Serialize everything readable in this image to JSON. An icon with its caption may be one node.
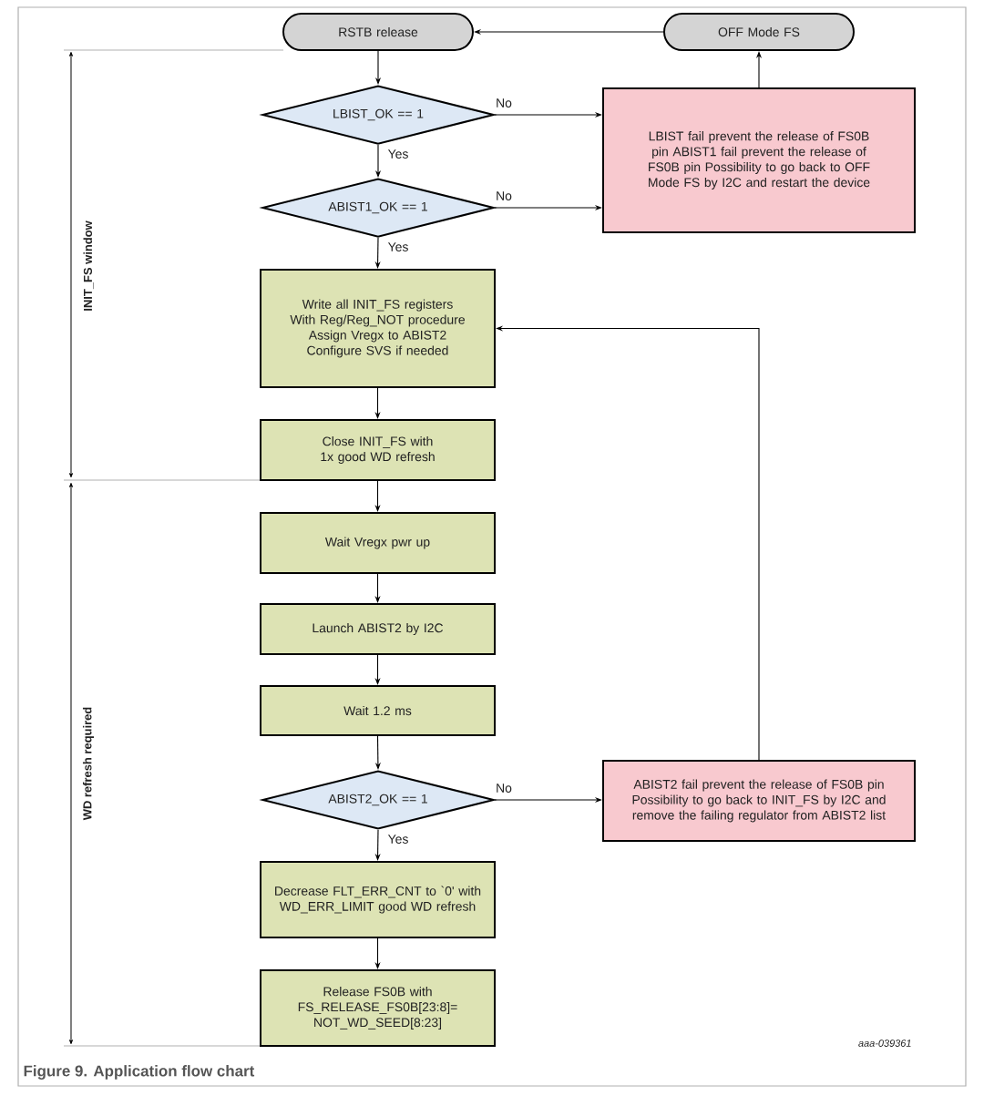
{
  "diagram": {
    "caption": "Figure 9.  Application flow chart",
    "nodes": [
      {
        "text": [
          "RSTB release"
        ]
      },
      {
        "text": [
          "OFF Mode FS"
        ]
      },
      {
        "text": [
          "LBIST_OK == 1"
        ]
      },
      {
        "text": [
          "ABIST1_OK == 1"
        ]
      },
      {
        "text": [
          "LBIST fail prevent the release of FS0B pin ABIST1 fail prevent the release of FS0B pin Possibility to go back to OFF Mode FS by I2C and restart the device"
        ]
      },
      {
        "text": [
          "Write all INIT_FS registers With Reg/Reg_NOT procedure Assign Vregx to ABIST2 Configure SVS if needed"
        ]
      },
      {
        "text": [
          "Close INIT_FS with 1x good WD refresh"
        ]
      },
      {
        "text": [
          "Wait Vregx pwr up"
        ]
      },
      {
        "text": [
          "Launch ABIST2 by I2C"
        ]
      },
      {
        "text": [
          "Wait 1.2 ms"
        ]
      },
      {
        "text": [
          "ABIST2_OK == 1"
        ]
      },
      {
        "text": [
          "ABIST2 fail prevent the release of FS0B pin Possibility to go back to INIT_FS by I2C and remove the failing regulator from ABIST2 list"
        ]
      },
      {
        "text": [
          "Decrease FLT_ERR_CNT to `0' with WD_ERR_LIMIT good WD refresh"
        ]
      },
      {
        "text": [
          "Release FS0B with FS_RELEASE_FS0B[23:8]= NOT_WD_SEED[8:23]"
        ]
      }
    ],
    "edges": [
      {
        "from": 1,
        "to": 0,
        "arrow": "to"
      },
      {
        "from": 0,
        "to": 2,
        "arrow": "to"
      },
      {
        "from": 2,
        "to": 3,
        "arrow": "to",
        "label": "Yes"
      },
      {
        "from": 2,
        "to": 4,
        "arrow": "to",
        "label": "No"
      },
      {
        "from": 3,
        "to": 4,
        "arrow": "to",
        "label": "No"
      },
      {
        "from": 4,
        "to": 1,
        "arrow": "to"
      },
      {
        "from": 3,
        "to": 5,
        "arrow": "to",
        "label": "Yes"
      },
      {
        "from": 11,
        "to": 5,
        "arrow": "to"
      },
      {
        "from": 5,
        "to": 6,
        "arrow": "to"
      },
      {
        "from": 6,
        "to": 7,
        "arrow": "to"
      },
      {
        "from": 7,
        "to": 8,
        "arrow": "to"
      },
      {
        "from": 8,
        "to": 9,
        "arrow": "to"
      },
      {
        "from": 9,
        "to": 10,
        "arrow": "to"
      },
      {
        "from": 10,
        "to": 11,
        "arrow": "to",
        "label": "No"
      },
      {
        "from": 10,
        "to": 12,
        "arrow": "to",
        "label": "Yes"
      },
      {
        "from": 12,
        "to": 13,
        "arrow": "to"
      }
    ],
    "labels": [
      "INIT_FS window",
      "WD refresh required",
      "aaa-039361"
    ]
  }
}
